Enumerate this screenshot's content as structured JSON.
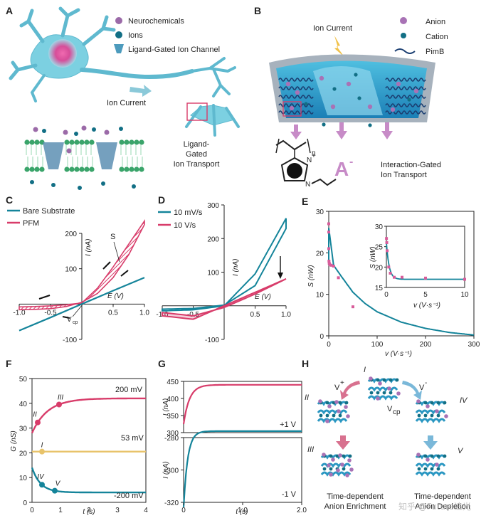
{
  "panels": {
    "A": {
      "label": "A",
      "legend": [
        "Neurochemicals",
        "Ions",
        "Ligand-Gated Ion Channel"
      ],
      "ion_current": "Ion Current",
      "transport": [
        "Ligand-",
        "Gated",
        "Ion Transport"
      ]
    },
    "B": {
      "label": "B",
      "ion_current": "Ion Current",
      "legend": [
        "Anion",
        "Cation",
        "PimB"
      ],
      "subscript_n": "n",
      "n_atom": "N",
      "plus": "+",
      "anion": "A",
      "anion_sup": "-",
      "transport": [
        "Interaction-Gated",
        "Ion Transport"
      ]
    },
    "H": {
      "label": "H",
      "states": [
        "I",
        "II",
        "III",
        "IV",
        "V"
      ],
      "v_plus": "V",
      "v_plus_sup": "+",
      "v_minus": "V",
      "v_minus_sup": "-",
      "v_cp": "V",
      "v_cp_sub": "cp",
      "enrich": [
        "Time-dependent",
        "Anion Enrichment"
      ],
      "depletion": [
        "Time-dependent",
        "Anion Depletion"
      ],
      "watermark": "知乎 @Future追光"
    }
  },
  "colors": {
    "teal": "#14849a",
    "pink": "#d83c6a",
    "gold": "#e8c36a",
    "cyan": "#5ec3d8"
  },
  "chart_data": [
    {
      "panel": "C",
      "type": "line",
      "xlabel": "E (V)",
      "ylabel": "I (nA)",
      "xlim": [
        -1.0,
        1.0
      ],
      "ylim": [
        -100,
        200
      ],
      "xticks": [
        "-1.0",
        "-0.5",
        "0.5",
        "1.0"
      ],
      "yticks": [
        "-100",
        "100",
        "200"
      ],
      "annotations": {
        "S": "S",
        "Vcp": "V",
        "Vcp_sub": "cp"
      },
      "series": [
        {
          "name": "Bare Substrate",
          "color": "#14849a",
          "x": [
            -1.0,
            -0.5,
            0.0,
            0.5,
            1.0
          ],
          "y": [
            -75,
            -38,
            0,
            38,
            75
          ]
        },
        {
          "name": "PFM",
          "color": "#d83c6a",
          "x": [
            -1.0,
            -0.75,
            -0.5,
            -0.25,
            0.0,
            0.25,
            0.5,
            0.75,
            1.0
          ],
          "y_forward": [
            -8,
            -7,
            -5,
            -2,
            3,
            45,
            105,
            170,
            235
          ],
          "y_reverse": [
            -16,
            -15,
            -13,
            -7,
            5,
            30,
            75,
            140,
            225
          ]
        }
      ]
    },
    {
      "panel": "D",
      "type": "line",
      "xlabel": "E (V)",
      "ylabel": "I (nA)",
      "xlim": [
        -1.0,
        1.0
      ],
      "ylim": [
        -100,
        300
      ],
      "xticks": [
        "-1.0",
        "-0.5",
        "0.5",
        "1.0"
      ],
      "yticks": [
        "-100",
        "100",
        "200",
        "300"
      ],
      "series": [
        {
          "name": "10 mV/s",
          "color": "#14849a",
          "x": [
            -1.0,
            -0.5,
            0.0,
            0.5,
            1.0
          ],
          "y_forward": [
            -15,
            -12,
            0,
            95,
            260
          ],
          "y_reverse": [
            -10,
            -8,
            2,
            60,
            230
          ]
        },
        {
          "name": "10 V/s",
          "color": "#d83c6a",
          "x": [
            -1.0,
            -0.5,
            0.0,
            0.5,
            1.0
          ],
          "y_forward": [
            -30,
            -40,
            0,
            40,
            80
          ],
          "y_reverse": [
            -20,
            -30,
            -5,
            35,
            80
          ]
        }
      ]
    },
    {
      "panel": "E",
      "type": "scatter",
      "xlabel": "v (V·s⁻¹)",
      "ylabel": "S (nW)",
      "xlim": [
        0,
        300
      ],
      "ylim": [
        0,
        30
      ],
      "xticks": [
        "0",
        "100",
        "200",
        "300"
      ],
      "yticks": [
        "0",
        "10",
        "20",
        "30"
      ],
      "x": [
        0.01,
        0.05,
        0.1,
        0.5,
        1,
        2,
        5,
        10,
        20,
        50
      ],
      "y": [
        27,
        25,
        21,
        18,
        17.5,
        17.2,
        17,
        16.8,
        14,
        7
      ],
      "fit_x": [
        0,
        10,
        25,
        50,
        75,
        100,
        150,
        200,
        250,
        300
      ],
      "fit_y": [
        26,
        17,
        14.5,
        10.5,
        7.8,
        5.8,
        3.3,
        1.8,
        0.8,
        0.2
      ],
      "inset": {
        "xlim": [
          0,
          10
        ],
        "ylim": [
          15,
          30
        ],
        "xticks": [
          "0",
          "5",
          "10"
        ],
        "yticks": [
          "15",
          "20",
          "25",
          "30"
        ],
        "xlabel": "v (V·s⁻¹)",
        "ylabel": "S (nW)",
        "x": [
          0.01,
          0.05,
          0.1,
          0.3,
          0.5,
          1,
          2,
          5,
          10
        ],
        "y": [
          27,
          26,
          24,
          20,
          18.5,
          17.5,
          17.5,
          17.3,
          17
        ]
      }
    },
    {
      "panel": "F",
      "type": "line",
      "xlabel": "t (s)",
      "ylabel": "G (nS)",
      "xlim": [
        0,
        4
      ],
      "ylim": [
        0,
        50
      ],
      "xticks": [
        "0",
        "1",
        "2",
        "3",
        "4"
      ],
      "yticks": [
        "0",
        "10",
        "20",
        "30",
        "40",
        "50"
      ],
      "series": [
        {
          "name": "200 mV",
          "color": "#d83c6a",
          "start": 28,
          "end": 42,
          "tau": 0.55
        },
        {
          "name": "53 mV",
          "color": "#e8c36a",
          "start": 20.5,
          "end": 20.5,
          "tau": 1
        },
        {
          "name": "-200 mV",
          "color": "#14849a",
          "start": 14,
          "end": 4,
          "tau": 0.3
        }
      ],
      "markers": [
        {
          "label": "I",
          "t": 0.35,
          "series": 1
        },
        {
          "label": "II",
          "t": 0.2,
          "series": 0
        },
        {
          "label": "III",
          "t": 0.95,
          "series": 0
        },
        {
          "label": "IV",
          "t": 0.35,
          "series": 2
        },
        {
          "label": "V",
          "t": 0.8,
          "series": 2
        }
      ]
    },
    {
      "panel": "G",
      "type": "line",
      "xlabel": "t (s)",
      "ylabel": "I (nA)",
      "xlim": [
        0,
        2.0
      ],
      "xticks": [
        "0",
        "1.0",
        "2.0"
      ],
      "top": {
        "label": "+1 V",
        "ylim": [
          300,
          450
        ],
        "yticks": [
          "300",
          "350",
          "400",
          "450"
        ],
        "color": "#d83c6a",
        "start": 325,
        "end": 440,
        "tau": 0.1
      },
      "bottom": {
        "label": "-1 V",
        "ylim": [
          -320,
          -280
        ],
        "yticks": [
          "-320",
          "-300",
          "-280"
        ],
        "color": "#14849a",
        "start": -323,
        "end": -276,
        "tau": 0.07
      }
    }
  ]
}
